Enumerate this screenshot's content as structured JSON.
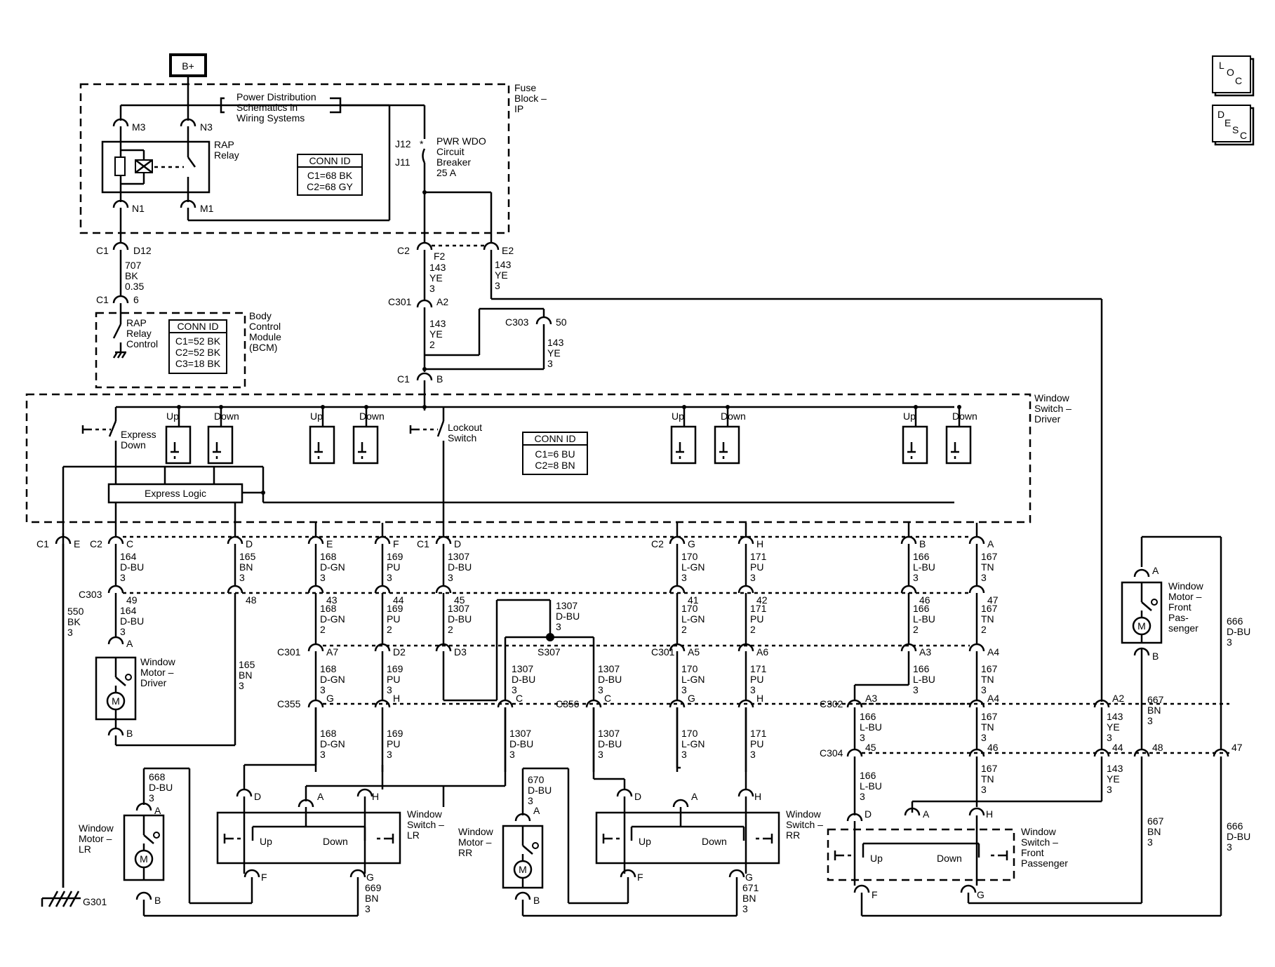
{
  "page": {
    "bplus": "B+",
    "loc": {
      "L": "L",
      "O": "O",
      "C": "C"
    },
    "desc": {
      "D": "D",
      "E": "E",
      "S": "S",
      "C": "C"
    }
  },
  "fuse_block": {
    "name_lines": [
      "Fuse",
      "Block –",
      "IP"
    ],
    "pds_lines": [
      "Power Distribution",
      "Schematics in",
      "Wiring Systems"
    ],
    "rap_relay_lines": [
      "RAP",
      "Relay"
    ],
    "pins": {
      "m3": "M3",
      "n3": "N3",
      "n1": "N1",
      "m1": "M1",
      "j12": "J12",
      "j11": "J11"
    },
    "breaker_lines": [
      "PWR WDO",
      "Circuit",
      "Breaker",
      "25 A"
    ],
    "conn": {
      "title": "CONN ID",
      "lines": [
        "C1=68 BK",
        "C2=68 GY"
      ]
    }
  },
  "bcm": {
    "name_lines": [
      "Body",
      "Control",
      "Module",
      "(BCM)"
    ],
    "ctrl_lines": [
      "RAP",
      "Relay",
      "Control"
    ],
    "conn": {
      "title": "CONN ID",
      "lines": [
        "C1=52 BK",
        "C2=52 BK",
        "C3=18 BK"
      ]
    }
  },
  "driver_switch": {
    "name_lines": [
      "Window",
      "Switch –",
      "Driver"
    ],
    "express_down_lines": [
      "Express",
      "Down"
    ],
    "lockout_lines": [
      "Lockout",
      "Switch"
    ],
    "express_logic": "Express Logic",
    "up": "Up",
    "down": "Down",
    "conn": {
      "title": "CONN ID",
      "lines": [
        "C1=6 BU",
        "C2=8 BN"
      ]
    }
  },
  "connector_labels": {
    "c1": "C1",
    "c2": "C2",
    "c301": "C301",
    "c303": "C303",
    "c355": "C355",
    "c356": "C356",
    "c302": "C302",
    "c304": "C304",
    "s307": "S307",
    "g301": "G301"
  },
  "pins": {
    "d12": "D12",
    "six": "6",
    "f2": "F2",
    "e2": "E2",
    "a2": "A2",
    "fifty": "50",
    "b": "B",
    "e": "E",
    "c": "C",
    "d": "D",
    "f": "F",
    "d1": "D",
    "g": "G",
    "h": "H",
    "b2": "B",
    "a": "A",
    "p49": "49",
    "p48": "48",
    "p43": "43",
    "p44": "44",
    "p45": "45",
    "p41": "41",
    "p42": "42",
    "p46": "46",
    "p47": "47",
    "a7": "A7",
    "d2": "D2",
    "d3": "D3",
    "a5": "A5",
    "a6": "A6",
    "a3": "A3",
    "a4": "A4",
    "g355": "G",
    "h355": "H",
    "c355": "C",
    "c356": "C",
    "g356": "G",
    "h356": "H",
    "a3b": "A3",
    "a4b": "A4",
    "a2b": "A2",
    "p45b": "45",
    "p46b": "46",
    "p44b": "44",
    "p48b": "48",
    "p47b": "47"
  },
  "wires": {
    "w707": [
      "707",
      "BK",
      "0.35"
    ],
    "w143a": [
      "143",
      "YE",
      "3"
    ],
    "w143b": [
      "143",
      "YE",
      "3"
    ],
    "w143c": [
      "143",
      "YE",
      "2"
    ],
    "w143d": [
      "143",
      "YE",
      "3"
    ],
    "w143e": [
      "143",
      "YE",
      "3"
    ],
    "w143f": [
      "143",
      "YE",
      "3"
    ],
    "w550": [
      "550",
      "BK",
      "3"
    ],
    "w164a": [
      "164",
      "D-BU",
      "3"
    ],
    "w164b": [
      "164",
      "D-BU",
      "3"
    ],
    "w165a": [
      "165",
      "BN",
      "3"
    ],
    "w165b": [
      "165",
      "BN",
      "3"
    ],
    "w168a": [
      "168",
      "D-GN",
      "3"
    ],
    "w168b": [
      "168",
      "D-GN",
      "2"
    ],
    "w168c": [
      "168",
      "D-GN",
      "3"
    ],
    "w168d": [
      "168",
      "D-GN",
      "3"
    ],
    "w169a": [
      "169",
      "PU",
      "3"
    ],
    "w169b": [
      "169",
      "PU",
      "2"
    ],
    "w169c": [
      "169",
      "PU",
      "3"
    ],
    "w169d": [
      "169",
      "PU",
      "3"
    ],
    "w1307a": [
      "1307",
      "D-BU",
      "3"
    ],
    "w1307b": [
      "1307",
      "D-BU",
      "2"
    ],
    "w1307c": [
      "1307",
      "D-BU",
      "3"
    ],
    "w1307d": [
      "1307",
      "D-BU",
      "3"
    ],
    "w1307e": [
      "1307",
      "D-BU",
      "3"
    ],
    "w1307f": [
      "1307",
      "D-BU",
      "3"
    ],
    "w1307g": [
      "1307",
      "D-BU",
      "3"
    ],
    "w170a": [
      "170",
      "L-GN",
      "3"
    ],
    "w170b": [
      "170",
      "L-GN",
      "2"
    ],
    "w170c": [
      "170",
      "L-GN",
      "3"
    ],
    "w170d": [
      "170",
      "L-GN",
      "3"
    ],
    "w171a": [
      "171",
      "PU",
      "3"
    ],
    "w171b": [
      "171",
      "PU",
      "2"
    ],
    "w171c": [
      "171",
      "PU",
      "3"
    ],
    "w171d": [
      "171",
      "PU",
      "3"
    ],
    "w166a": [
      "166",
      "L-BU",
      "3"
    ],
    "w166b": [
      "166",
      "L-BU",
      "2"
    ],
    "w166c": [
      "166",
      "L-BU",
      "3"
    ],
    "w166d": [
      "166",
      "L-BU",
      "3"
    ],
    "w166e": [
      "166",
      "L-BU",
      "3"
    ],
    "w167a": [
      "167",
      "TN",
      "3"
    ],
    "w167b": [
      "167",
      "TN",
      "2"
    ],
    "w167c": [
      "167",
      "TN",
      "3"
    ],
    "w167d": [
      "167",
      "TN",
      "3"
    ],
    "w167e": [
      "167",
      "TN",
      "3"
    ],
    "w668": [
      "668",
      "D-BU",
      "3"
    ],
    "w669": [
      "669",
      "BN",
      "3"
    ],
    "w670": [
      "670",
      "D-BU",
      "3"
    ],
    "w671": [
      "671",
      "BN",
      "3"
    ],
    "w666a": [
      "666",
      "D-BU",
      "3"
    ],
    "w666b": [
      "666",
      "D-BU",
      "3"
    ],
    "w667a": [
      "667",
      "BN",
      "3"
    ],
    "w667b": [
      "667",
      "BN",
      "3"
    ]
  },
  "motors": {
    "driver": [
      "Window",
      "Motor –",
      "Driver"
    ],
    "lr": [
      "Window",
      "Motor –",
      "LR"
    ],
    "rr": [
      "Window",
      "Motor –",
      "RR"
    ],
    "fp": [
      "Window",
      "Motor –",
      "Front",
      "Pas-",
      "senger"
    ],
    "m": "M"
  },
  "door_switches": {
    "lr": [
      "Window",
      "Switch –",
      "LR"
    ],
    "rr": [
      "Window",
      "Switch –",
      "RR"
    ],
    "fp": [
      "Window",
      "Switch –",
      "Front",
      "Passenger"
    ],
    "up": "Up",
    "down": "Down"
  }
}
